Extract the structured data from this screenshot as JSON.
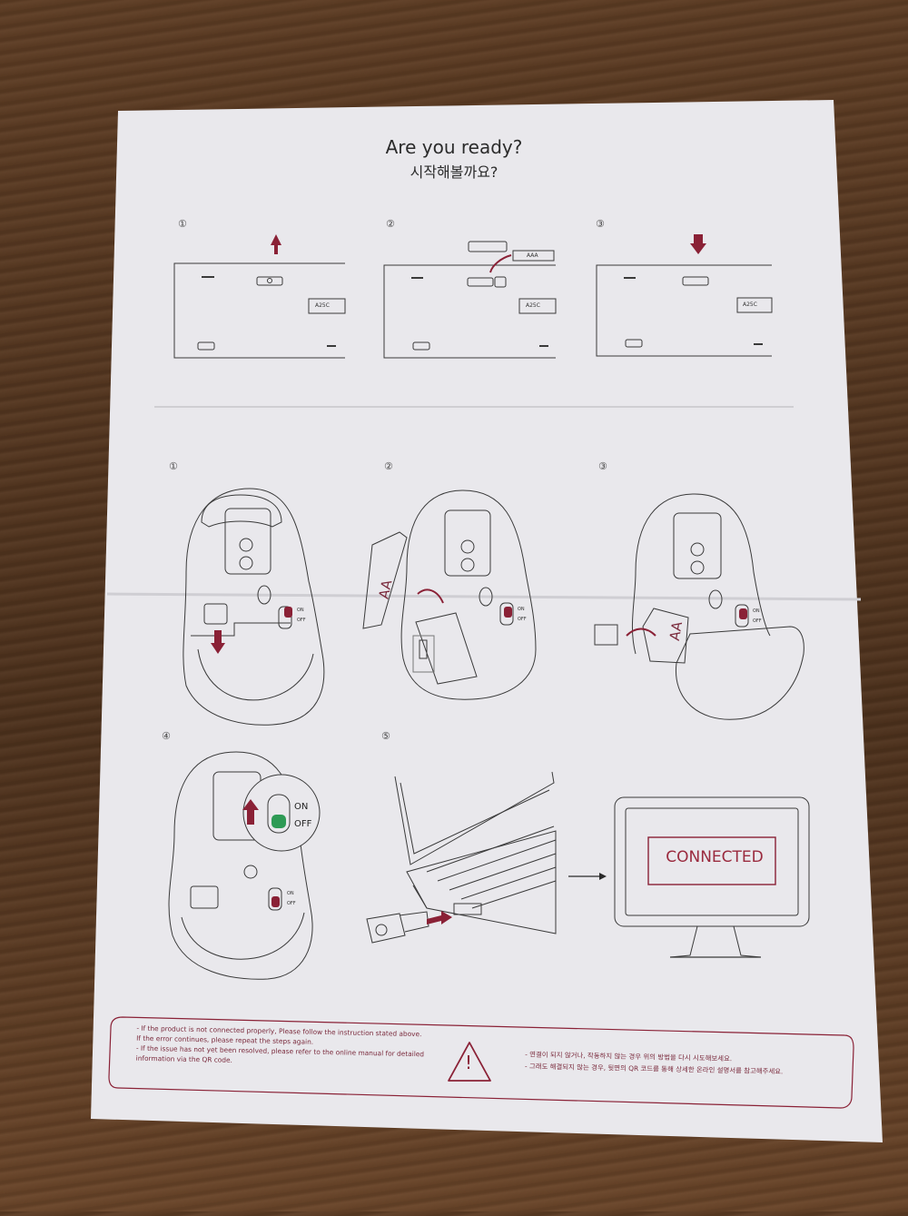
{
  "header": {
    "title": "Are you ready?",
    "subtitle": "시작해볼까요?"
  },
  "keyboard_steps": {
    "labels": [
      "①",
      "②",
      "③"
    ],
    "model_label": "A25C",
    "battery_label": "AAA"
  },
  "mouse_steps": {
    "labels": [
      "①",
      "②",
      "③",
      "④",
      "⑤"
    ],
    "battery_label": "AA",
    "switch_on": "ON",
    "switch_off": "OFF"
  },
  "monitor": {
    "status": "CONNECTED"
  },
  "notice": {
    "en_lines": [
      "- If the product is not connected properly, Please follow the instruction stated above.",
      "  If the error continues, please repeat the steps again.",
      "- If the issue has not yet been resolved, please refer to the online manual for detailed",
      "  information via the QR code."
    ],
    "ko_lines": [
      "- 연결이 되지 않거나, 작동하지 않는 경우 위의 방법을 다시 시도해보세요.",
      "- 그래도 해결되지 않는 경우, 뒷면의 QR 코드를 통해 상세한 온라인 설명서를 참고해주세요."
    ],
    "warning_symbol": "!"
  },
  "colors": {
    "accent": "#8a2136",
    "paper": "#e9e8ec",
    "line": "#3a3a3a"
  }
}
